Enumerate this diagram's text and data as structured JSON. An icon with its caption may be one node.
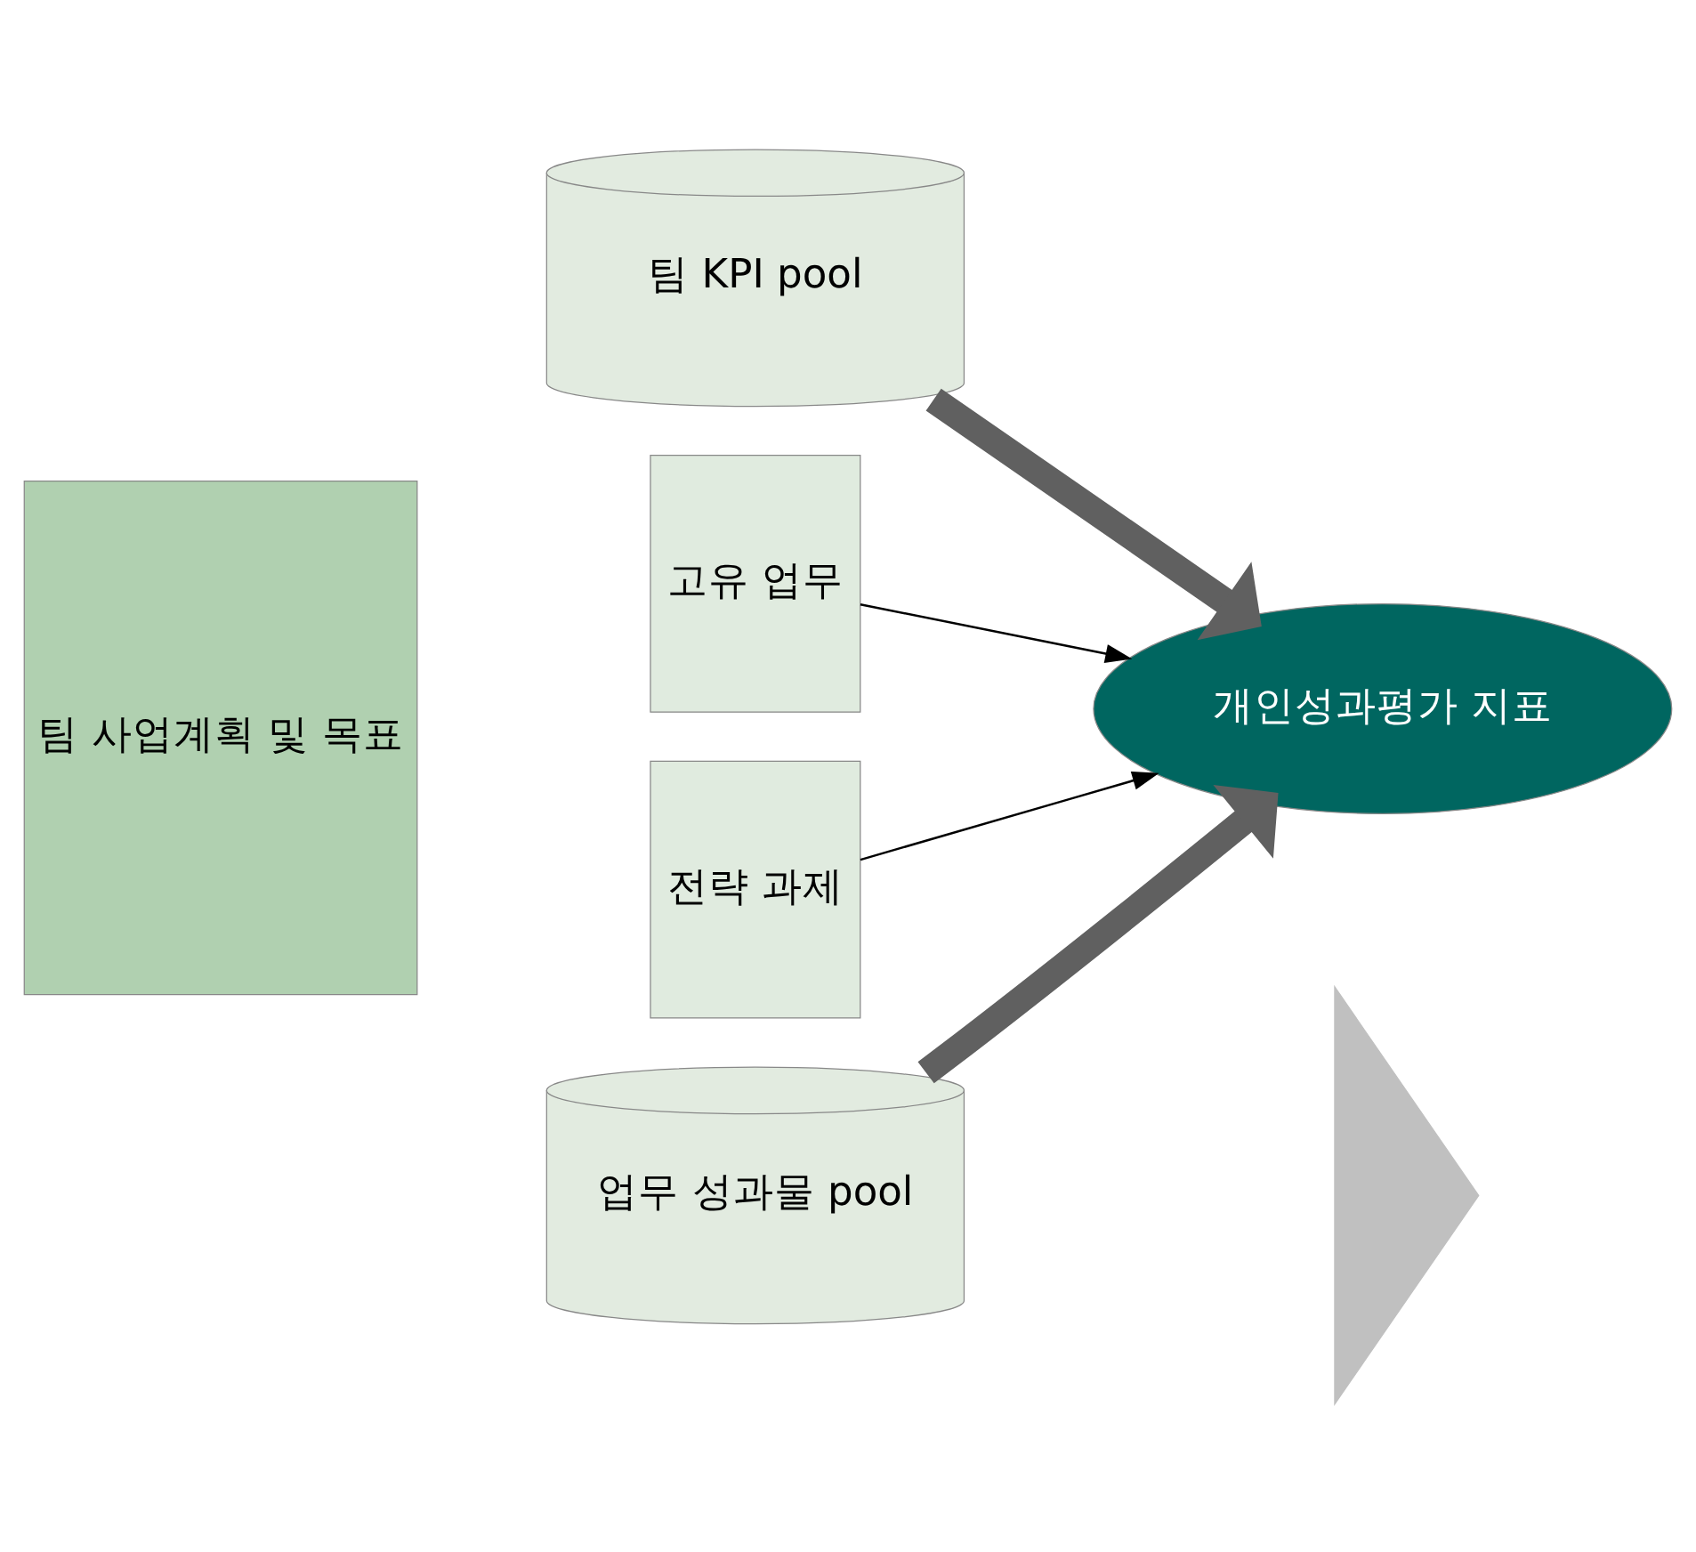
{
  "diagram": {
    "nodes": [
      {
        "text": [
          "팀 KPI pool"
        ]
      },
      {
        "text": [
          "팀 사업계획 및 목표"
        ]
      },
      {
        "text": [
          "고유 업무"
        ]
      },
      {
        "text": [
          "전략 과제"
        ]
      },
      {
        "text": [
          "개인성과평가 지표"
        ]
      },
      {
        "text": [
          "업무 성과물 pool"
        ]
      },
      {
        "text": [],
        "shape": "triangle"
      }
    ],
    "edges": [
      {
        "from": 0,
        "to": 4,
        "arrow": "to",
        "style": "thick",
        "color": "#606060"
      },
      {
        "from": 2,
        "to": 4,
        "arrow": "to",
        "color": "#000000"
      },
      {
        "from": 3,
        "to": 4,
        "arrow": "to",
        "color": "#000000"
      },
      {
        "from": 5,
        "to": 4,
        "arrow": "to",
        "style": "thick",
        "color": "#606060"
      }
    ]
  }
}
